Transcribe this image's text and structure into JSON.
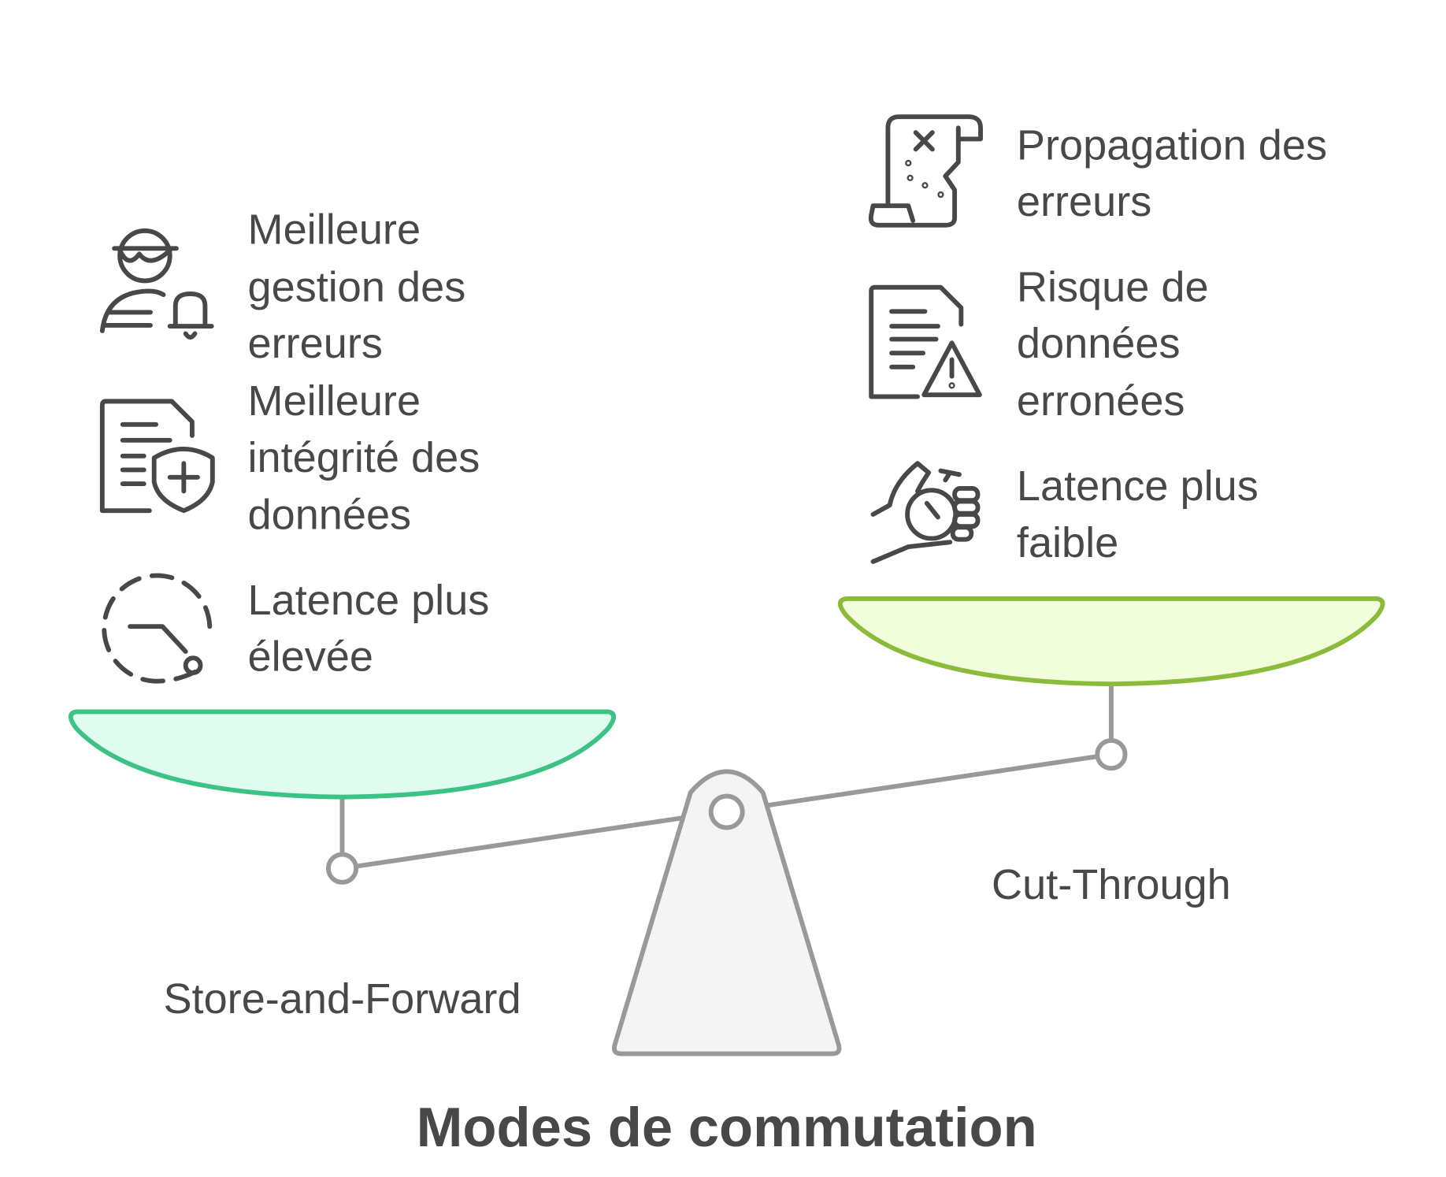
{
  "title": "Modes de commutation",
  "left": {
    "label": "Store-and-Forward",
    "color": "#3cc285",
    "fill": "#e0fbef",
    "items": [
      {
        "icon": "person-bell-icon",
        "lines": [
          "Meilleure",
          "gestion des",
          "erreurs"
        ]
      },
      {
        "icon": "document-shield-icon",
        "lines": [
          "Meilleure",
          "intégrité des",
          "données"
        ]
      },
      {
        "icon": "dashed-timer-icon",
        "lines": [
          "Latence plus",
          "élevée"
        ]
      }
    ]
  },
  "right": {
    "label": "Cut-Through",
    "color": "#8bbb3a",
    "fill": "#f2fedb",
    "items": [
      {
        "icon": "scroll-error-icon",
        "lines": [
          "Propagation des",
          "erreurs"
        ]
      },
      {
        "icon": "document-warning-icon",
        "lines": [
          "Risque de",
          "données",
          "erronées"
        ]
      },
      {
        "icon": "hand-stopwatch-icon",
        "lines": [
          "Latence plus",
          "faible"
        ]
      }
    ]
  }
}
